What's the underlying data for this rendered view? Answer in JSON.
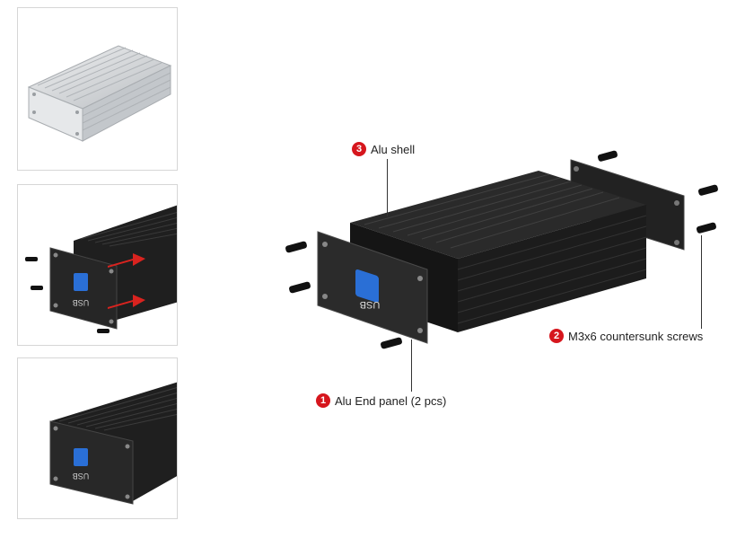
{
  "thumbnails": [
    {
      "name": "silver-enclosure-thumbnail"
    },
    {
      "name": "assembly-thumbnail",
      "usb_text": "USB"
    },
    {
      "name": "black-enclosure-thumbnail",
      "usb_text": "USB"
    }
  ],
  "diagram": {
    "usb_text": "USB",
    "callouts": [
      {
        "number": "3",
        "text": "Alu shell"
      },
      {
        "number": "2",
        "text": "M3x6 countersunk screws"
      },
      {
        "number": "1",
        "text": "Alu End panel (2 pcs)"
      }
    ]
  },
  "colors": {
    "badge": "#d6161d",
    "enclosure": "#1f1f1f",
    "silver": "#d9dcdf",
    "usb_port": "#2a6fd6",
    "arrow": "#d9231f"
  }
}
